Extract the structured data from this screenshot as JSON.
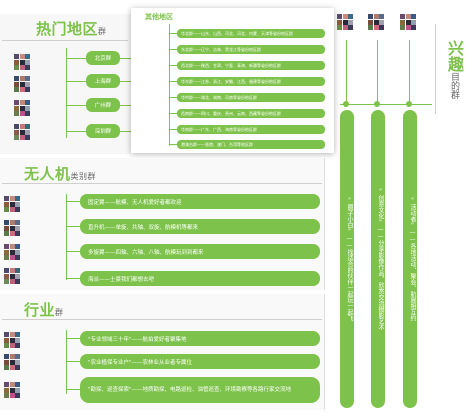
{
  "colors": {
    "accent": "#7dc24a",
    "text": "#555555"
  },
  "hot": {
    "title": "热门地区",
    "suffix": "群",
    "cities": [
      "北京群",
      "上海群",
      "广州群",
      "深圳群"
    ]
  },
  "other": {
    "title": "其他地区",
    "items": [
      "华北群——山东、山西、河北、河北、内蒙、天津等省份地区群",
      "东北群——辽宁、吉林、黑龙江等省份地区群",
      "西北群——陕西、甘肃、宁夏、青海、新疆等省份地区群",
      "华东群——江苏、浙江、安徽、江西、福建等省份地区群",
      "华中群——湖北、湖南、河南等省份地区群",
      "西南群——四川、重庆、贵州、云南、西藏等省份地区群",
      "华南群——广东、广西、海南等省份地区群",
      "港澳台群——香港、澳门、台湾等地区群"
    ]
  },
  "uav": {
    "title": "无人机",
    "suffix": "类别群",
    "items": [
      "固定翼——航模、无人机爱好者都欢迎",
      "直升机——单旋、共轴、双旋、航模机等都来",
      "多旋翼——四轴、六轴、八轴、航模玩到到都来",
      "海派——土豪我们都想去吧"
    ]
  },
  "industry": {
    "title": "行业",
    "suffix": "群",
    "items": [
      "\"专业领域三十年\"——航拍爱好者聚集地",
      "\"农业植保专业户\"——农林业从业者专属位",
      "\"勘探、巡查探索\"——地质勘探、电路巡检、油管巡查、环境勘察等各路行家交流地"
    ]
  },
  "interest": {
    "title": "兴趣",
    "suffix": "目的群",
    "items": [
      "\"圈子小白\"——找适合的伙伴一起玩一起飞",
      "\"创意文化\"——分享影像作品，欣赏交流摄影艺术",
      "\"活动者\"——各地活动、聚会、航展相互约"
    ]
  }
}
